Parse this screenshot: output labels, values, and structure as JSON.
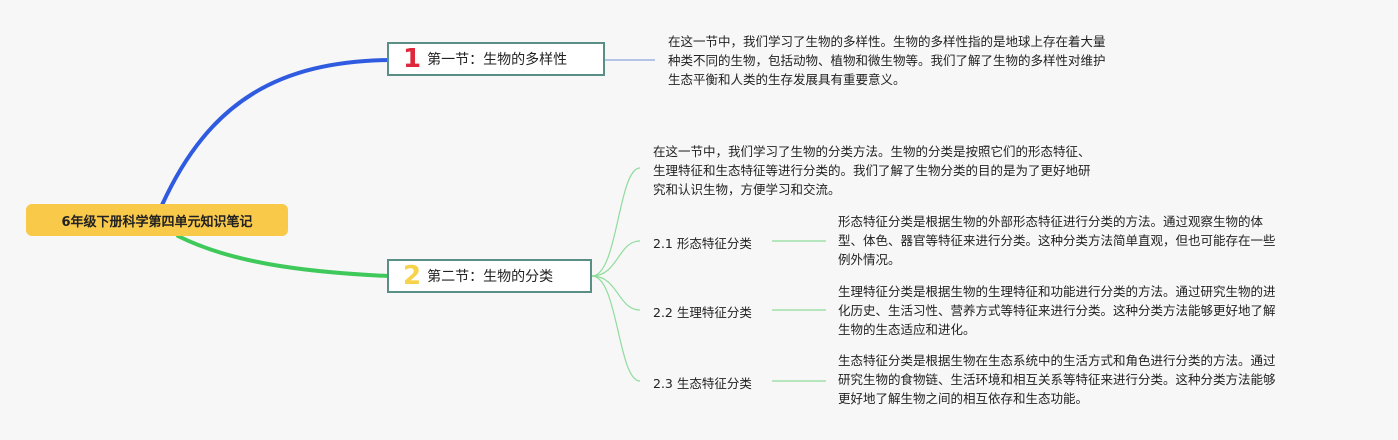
{
  "root": {
    "label": "6年级下册科学第四单元知识笔记"
  },
  "section1": {
    "number": "1",
    "label": "第一节：生物的多样性",
    "text": "在这一节中，我们学习了生物的多样性。生物的多样性指的是地球上存在着大量\n种类不同的生物，包括动物、植物和微生物等。我们了解了生物的多样性对维护\n生态平衡和人类的生存发展具有重要意义。"
  },
  "section2": {
    "number": "2",
    "label": "第二节：生物的分类",
    "text": "在这一节中，我们学习了生物的分类方法。生物的分类是按照它们的形态特征、\n生理特征和生态特征等进行分类的。我们了解了生物分类的目的是为了更好地研\n究和认识生物，方便学习和交流。",
    "subs": [
      {
        "label": "2.1 形态特征分类",
        "text": "形态特征分类是根据生物的外部形态特征进行分类的方法。通过观察生物的体\n型、体色、器官等特征来进行分类。这种分类方法简单直观，但也可能存在一些\n例外情况。"
      },
      {
        "label": "2.2 生理特征分类",
        "text": "生理特征分类是根据生物的生理特征和功能进行分类的方法。通过研究生物的进\n化历史、生活习性、营养方式等特征来进行分类。这种分类方法能够更好地了解\n生物的生态适应和进化。"
      },
      {
        "label": "2.3 生态特征分类",
        "text": "生态特征分类是根据生物在生态系统中的生活方式和角色进行分类的方法。通过\n研究生物的食物链、生活环境和相互关系等特征来进行分类。这种分类方法能够\n更好地了解生物之间的相互依存和生态功能。"
      }
    ]
  },
  "colors": {
    "root_fill": "#f9c94a",
    "branch1": "#2f5be0",
    "branch2": "#3ec95a",
    "box_border": "#5a8f86",
    "link_blue": "#8aa6dc",
    "link_green": "#8fdc9c"
  }
}
